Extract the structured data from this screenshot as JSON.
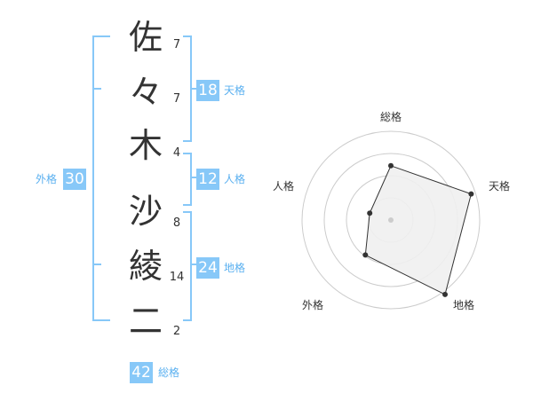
{
  "name_chars": [
    {
      "char": "佐",
      "strokes": "7"
    },
    {
      "char": "々",
      "strokes": "7"
    },
    {
      "char": "木",
      "strokes": "4"
    },
    {
      "char": "沙",
      "strokes": "8"
    },
    {
      "char": "綾",
      "strokes": "14"
    },
    {
      "char": "二",
      "strokes": "2"
    }
  ],
  "fortunes": {
    "tenkaku": {
      "value": "18",
      "label": "天格"
    },
    "jinkaku": {
      "value": "12",
      "label": "人格"
    },
    "chikaku": {
      "value": "24",
      "label": "地格"
    },
    "gaikaku": {
      "value": "30",
      "label": "外格"
    },
    "soukaku": {
      "value": "42",
      "label": "総格"
    }
  },
  "radar": {
    "axes": [
      "総格",
      "天格",
      "地格",
      "外格",
      "人格"
    ],
    "levels": 4,
    "values": [
      2.45,
      3.8,
      4.15,
      1.95,
      1.0
    ],
    "colors": {
      "fill": "#f0f0f0",
      "stroke": "#333333",
      "grid": "#cccccc",
      "center": "#cccccc"
    }
  },
  "colors": {
    "accent": "#87c8f8",
    "label": "#5ab0f0"
  }
}
